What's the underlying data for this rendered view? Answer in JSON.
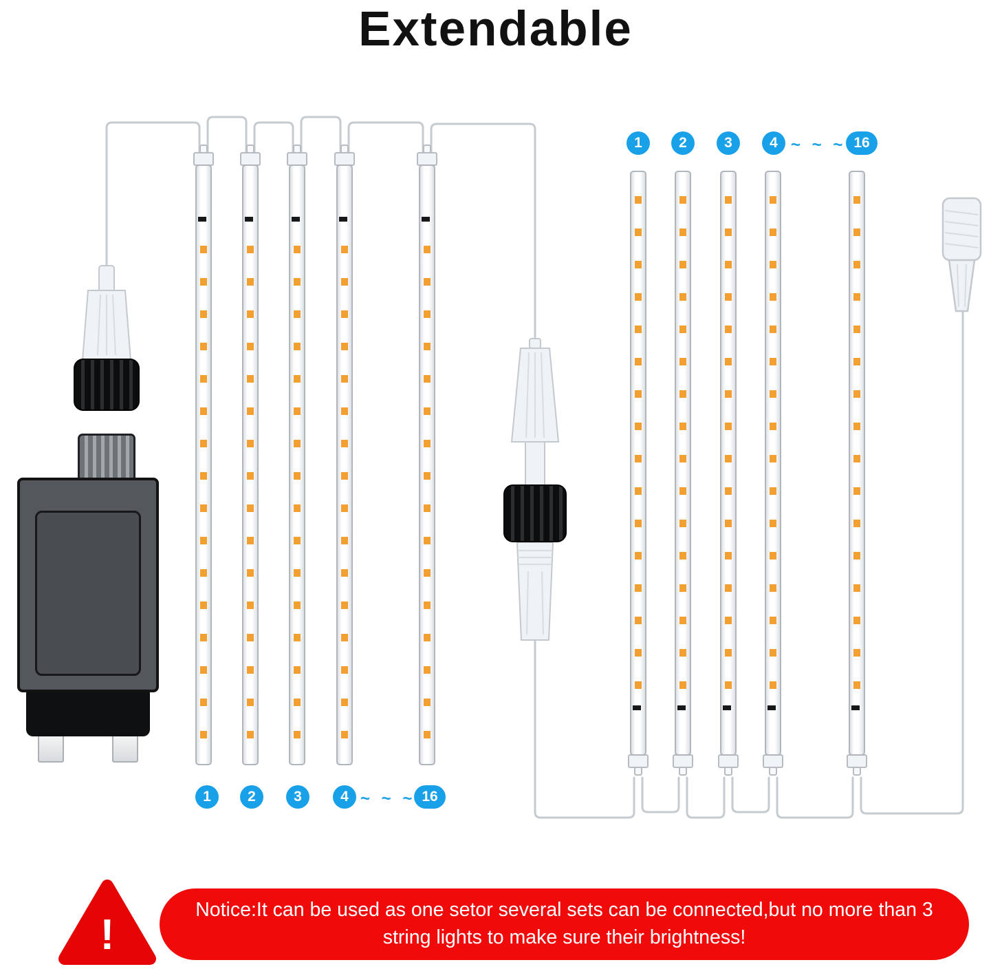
{
  "title": "Extendable",
  "left_group": {
    "badges": [
      "1",
      "2",
      "3",
      "4"
    ],
    "separator": "~ ~ ~",
    "last_badge": "16"
  },
  "right_group": {
    "badges": [
      "1",
      "2",
      "3",
      "4"
    ],
    "separator": "~ ~ ~",
    "last_badge": "16"
  },
  "notice": {
    "icon": "!",
    "text": "Notice:It can be used as one setor several sets can be connected,but no more than 3 string lights to make sure their brightness!"
  },
  "colors": {
    "badge_blue": "#18A0E8",
    "notice_red": "#F00A0A",
    "triangle_red": "#E60505",
    "led_orange": "#F2A032",
    "wire_gray": "#C6CBD0",
    "adapter_gray": "#54585D"
  }
}
